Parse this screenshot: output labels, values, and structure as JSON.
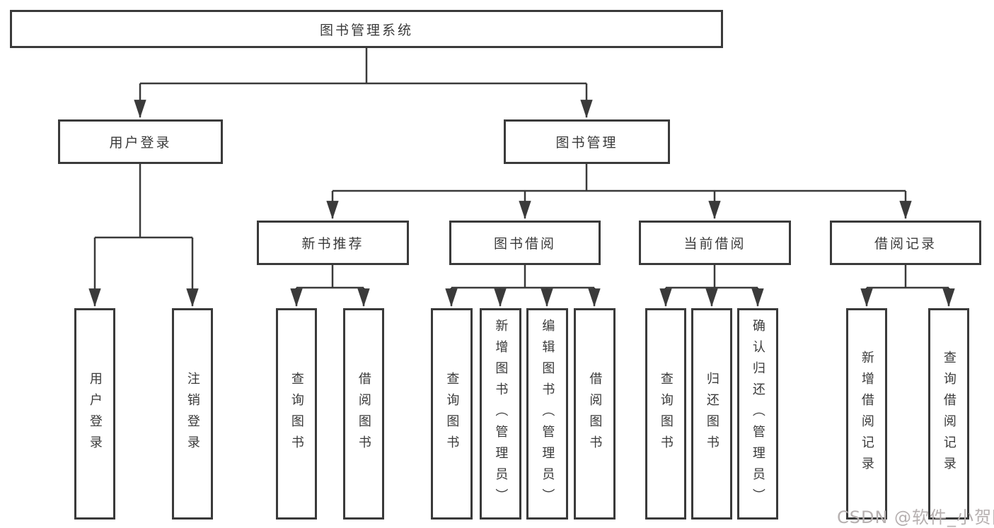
{
  "tree": {
    "root": {
      "label": "图书管理系统"
    },
    "children": [
      {
        "label": "用户登录",
        "children": [
          {
            "label": "用户登录"
          },
          {
            "label": "注销登录"
          }
        ]
      },
      {
        "label": "图书管理",
        "children": [
          {
            "label": "新书推荐",
            "children": [
              {
                "label": "查询图书"
              },
              {
                "label": "借阅图书"
              }
            ]
          },
          {
            "label": "图书借阅",
            "children": [
              {
                "label": "查询图书"
              },
              {
                "label": "新增图书（管理员）"
              },
              {
                "label": "编辑图书（管理员）"
              },
              {
                "label": "借阅图书"
              }
            ]
          },
          {
            "label": "当前借阅",
            "children": [
              {
                "label": "查询图书"
              },
              {
                "label": "归还图书"
              },
              {
                "label": "确认归还（管理员）"
              }
            ]
          },
          {
            "label": "借阅记录",
            "children": [
              {
                "label": "新增借阅记录"
              },
              {
                "label": "查询借阅记录"
              }
            ]
          }
        ]
      }
    ]
  },
  "watermark": {
    "text": "CSDN @软件_小贺同学"
  },
  "colors": {
    "line": "#3a3a3a",
    "text": "#3a3a3a",
    "watermark_text": "#b6b0b0",
    "background": "#ffffff"
  }
}
